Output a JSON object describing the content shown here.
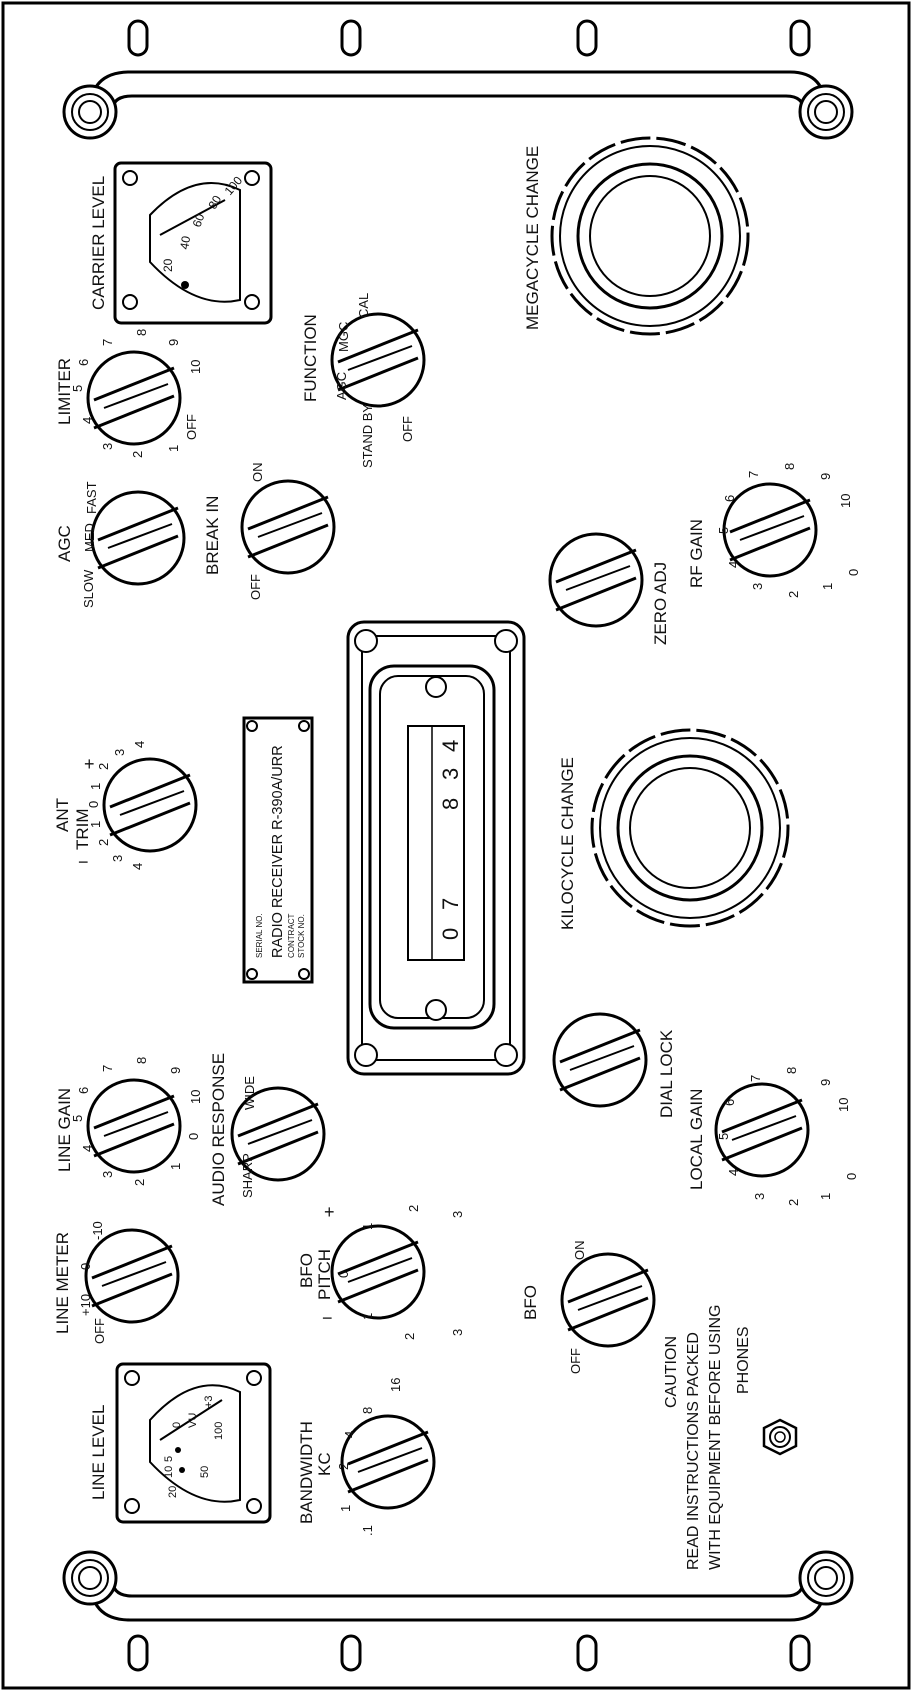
{
  "panel": {
    "model_plate": {
      "title": "RADIO RECEIVER R-390A/URR",
      "fine_print": [
        "SERIAL NO.",
        "CONTRACT",
        "STOCK NO."
      ]
    },
    "labels": {
      "carrier_level": "CARRIER LEVEL",
      "limiter": "LIMITER",
      "agc": "AGC",
      "ant_trim": "ANT",
      "ant_trim_2": "TRIM",
      "line_gain": "LINE GAIN",
      "line_meter": "LINE METER",
      "line_level": "LINE LEVEL",
      "function": "FUNCTION",
      "break_in": "BREAK IN",
      "audio_response": "AUDIO RESPONSE",
      "bfo_pitch": "BFO",
      "bfo_pitch_2": "PITCH",
      "bandwidth": "BANDWIDTH",
      "bandwidth_2": "KC",
      "megacycle_change": "MEGACYCLE CHANGE",
      "rf_gain": "RF GAIN",
      "zero_adj": "ZERO ADJ",
      "kilocycle_change": "KILOCYCLE CHANGE",
      "dial_lock": "DIAL LOCK",
      "local_gain": "LOCAL GAIN",
      "bfo": "BFO",
      "caution_1": "CAUTION",
      "caution_2": "READ INSTRUCTIONS PACKED",
      "caution_3": "WITH EQUIPMENT BEFORE USING",
      "phones": "PHONES"
    },
    "scales": {
      "gain": [
        "OFF",
        "1",
        "2",
        "3",
        "4",
        "5",
        "6",
        "7",
        "8",
        "9",
        "10"
      ],
      "rf_local": [
        "0",
        "1",
        "2",
        "3",
        "4",
        "5",
        "6",
        "7",
        "8",
        "9",
        "10"
      ],
      "agc": [
        "SLOW",
        "MED",
        "FAST"
      ],
      "function": [
        "OFF",
        "STAND BY",
        "AGC",
        "MGC",
        "CAL"
      ],
      "break_in": [
        "OFF",
        "ON"
      ],
      "bfo_switch": [
        "OFF",
        "ON"
      ],
      "audio_response": [
        "SHARP",
        "WIDE"
      ],
      "line_meter": [
        "OFF",
        "+10",
        "0",
        "-10"
      ],
      "trim": [
        "4",
        "3",
        "2",
        "1",
        "0",
        "1",
        "2",
        "3",
        "4"
      ],
      "bfo_pitch": [
        "3",
        "2",
        "1",
        "0",
        "1",
        "2",
        "3"
      ],
      "bandwidth": [
        ".1",
        "1",
        "2",
        "4",
        "8",
        "16"
      ],
      "carrier_meter": [
        "20",
        "40",
        "60",
        "80",
        "100"
      ],
      "line_level_meter": [
        "20",
        "10",
        "5",
        "0",
        "VU",
        "+3",
        "50",
        "100"
      ]
    },
    "counter_digits": [
      "0",
      "7",
      "",
      "8",
      "3",
      "4"
    ]
  }
}
